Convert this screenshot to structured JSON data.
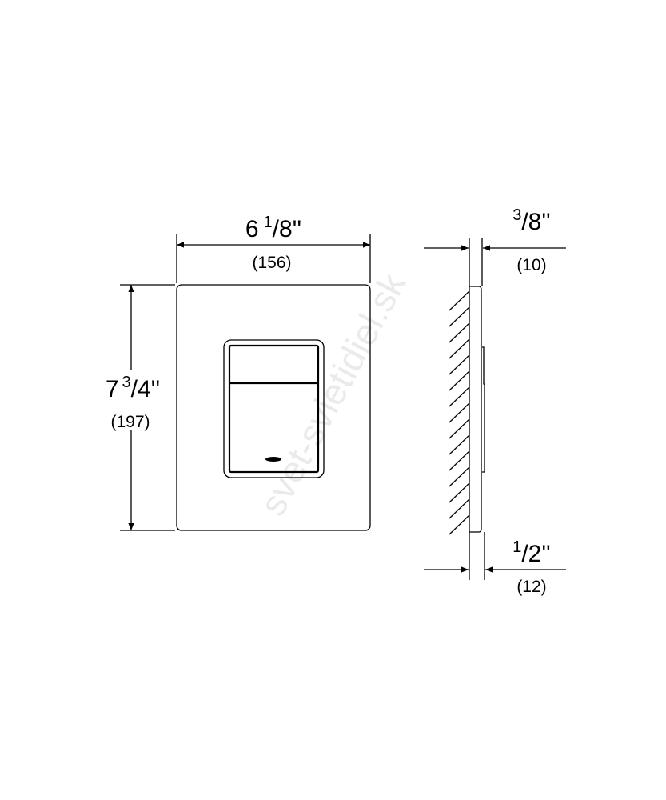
{
  "watermark": "svet-svietidiel.sk",
  "front_view": {
    "width": {
      "whole": "6",
      "frac_num": "1",
      "frac_den": "/8''",
      "mm": "(156)"
    },
    "height": {
      "whole": "7",
      "frac_num": "3",
      "frac_den": "/4''",
      "mm": "(197)"
    }
  },
  "side_view": {
    "depth_plate": {
      "frac_num": "3",
      "frac_den": "/8''",
      "mm": "(10)"
    },
    "depth_total": {
      "frac_num": "1",
      "frac_den": "/2''",
      "mm": "(12)"
    }
  }
}
